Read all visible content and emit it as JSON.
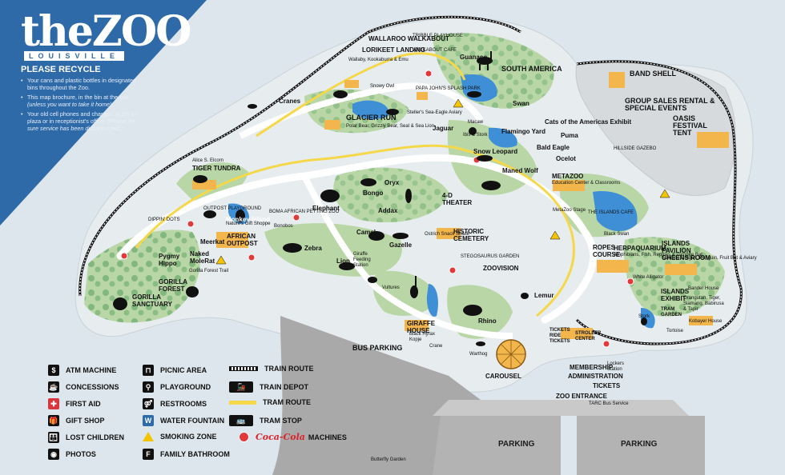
{
  "logo": {
    "brand": "theZOO",
    "subtitle": "LOUISVILLE"
  },
  "recycle": {
    "title": "PLEASE RECYCLE",
    "tip1": "Your cans and plastic bottles in designated bins throughout the Zoo.",
    "tip2": "This map brochure, in the bin at the exit",
    "tip2_note": "(unless you want to take it home).",
    "tip3": "Your old cell phones and chargers in bin on plaza or in receptionist's office.",
    "tip3_note": "(Please be sure service has been disconnected.)"
  },
  "areas": {
    "wallaroo": "WALLAROO WALKABOUT",
    "lorikeet": "LORIKEET LANDING",
    "wallaby": "Wallaby, Kookaburra & Emu",
    "playhouse": "TRIBBLE PLAYHOUSE",
    "walkabout_cafe": "WALKABOUT CAFE",
    "papa_johns": "PAPA JOHN'S SPLASH PARK",
    "steller": "Steller's Sea-Eagle Aviary",
    "snowy_owl": "Snowy Owl",
    "glacier_run": "GLACIER RUN",
    "glacier_sub": "Polar Bear, Grizzly Bear, Seal & Sea Lion",
    "cranes": "Cranes",
    "guanaco": "Guanaco",
    "south_america": "SOUTH AMERICA",
    "swan": "Swan",
    "jaguar": "Jaguar",
    "macaw": "Macaw",
    "ibis": "Ibis & Stork",
    "snow_leopard": "Snow Leopard",
    "flamingo": "Flamingo Yard",
    "cats": "Cats of the Americas Exhibit",
    "puma": "Puma",
    "bald_eagle": "Bald Eagle",
    "ocelot": "Ocelot",
    "maned_wolf": "Maned Wolf",
    "band_shell": "BAND SHELL",
    "group_sales": "GROUP SALES RENTAL & SPECIAL EVENTS",
    "oasis": "OASIS FESTIVAL TENT",
    "hillside": "HILLSIDE GAZEBO",
    "alice": "Alice S. Elcorn",
    "tiger_tundra": "TIGER TUNDRA",
    "bongo": "Bongo",
    "oryx": "Oryx",
    "four_d": "4-D THEATER",
    "metazoo": "METAZOO",
    "metazoo_sub": "Education Center & Classrooms",
    "metazoo_stage": "MetaZoo Stage",
    "islands_cafe": "THE ISLANDS CAFE",
    "dippin_dots": "DIPPIN' DOTS",
    "outpost_playground": "OUTPOST PLAYGROUND",
    "elephant": "Elephant",
    "boma": "BOMA AFRICAN PETTING ZOO",
    "bonobos": "Bonobos",
    "monkey_island": "Monkey Island",
    "addax": "Addax",
    "historic_cemetery": "HISTORIC CEMETERY",
    "ostrich": "Ostrich Snack Shack",
    "black_swan": "Black Swan",
    "ropes_course": "ROPES COURSE",
    "herpaquarium": "HERPAQUARIUM",
    "herp_sub": "Amphibians, Fish, Reptiles & Vampire Bat",
    "islands_pavilion": "ISLANDS PAVILION GHEENS ROOM",
    "islands_pavilion_sub": "Komodo Dragon, Penguin, Fruit Bat & Aviary",
    "meerkat": "Meerkat",
    "naked_mole": "Naked MoleRat",
    "natures_gift": "Nature's Gift Shoppe",
    "african_outpost": "AFRICAN OUTPOST",
    "zebra": "Zebra",
    "camel": "Camel",
    "gazelle": "Gazelle",
    "giraffe_feeding": "Giraffe Feeding Station",
    "lion": "Lion",
    "stegosaurus": "STEGOSAURUS GARDEN",
    "zoovision": "ZOOVISION",
    "pygmy_hippo": "Pygmy Hippo",
    "gorilla_forest": "GORILLA FOREST",
    "gorilla_trail": "Gorilla Forest Trail",
    "gorilla_sanctuary": "GORILLA SANCTUARY",
    "vultures": "Vultures",
    "lemur": "Lemur",
    "white_alligator": "White Alligator",
    "bander_house": "Bander House",
    "islands_exhibit": "ISLANDS EXHIBIT",
    "islands_exhibit_sub": "Orangutan, Tiger, Siamang, Babirusa & Tapir",
    "tram_garden": "TRAM GARDEN",
    "kobayer": "Kobayer House",
    "stork": "Stork",
    "tortoise": "Tortoise",
    "giraffe_house": "GIRAFFE HOUSE",
    "giraffe_house_sub": "Black Hyrax Kopje",
    "rhino": "Rhino",
    "crane": "Crane",
    "warthog": "Warthog",
    "carousel": "CAROUSEL",
    "bus_parking": "BUS PARKING",
    "membership": "MEMBERSHIP",
    "administration": "ADMINISTRATION",
    "tickets": "TICKETS",
    "zoo_entrance": "ZOO ENTRANCE",
    "tarc": "TARC Bus Service",
    "lockers": "Lockers Station",
    "strollers": "STROLLER CENTER",
    "ride_tickets": "TICKETS RIDE TICKETS",
    "parking_left": "PARKING",
    "parking_right": "PARKING",
    "butterfly": "Butterfly Garden"
  },
  "legend": {
    "atm": "ATM MACHINE",
    "concessions": "CONCESSIONS",
    "first_aid": "FIRST AID",
    "gift_shop": "GIFT SHOP",
    "lost_children": "LOST CHILDREN",
    "photos": "PHOTOS",
    "picnic": "PICNIC AREA",
    "playground": "PLAYGROUND",
    "restrooms": "RESTROOMS",
    "water": "WATER FOUNTAIN",
    "smoking": "SMOKING ZONE",
    "family_bath": "FAMILY BATHROOM",
    "train_route": "TRAIN ROUTE",
    "train_depot": "TRAIN DEPOT",
    "tram_route": "TRAM ROUTE",
    "tram_stop": "TRAM STOP",
    "coca_brand": "Coca-Cola",
    "machines": "MACHINES"
  },
  "colors": {
    "panel_blue": "#2f6aa8",
    "zoo_ground": "#e9eef1",
    "greenery": "#b9d7a6",
    "water": "#3f8fd6",
    "path": "#ffffff",
    "parking": "#b3b3b3",
    "building": "#f2b64c",
    "tram": "#f5d84a"
  }
}
